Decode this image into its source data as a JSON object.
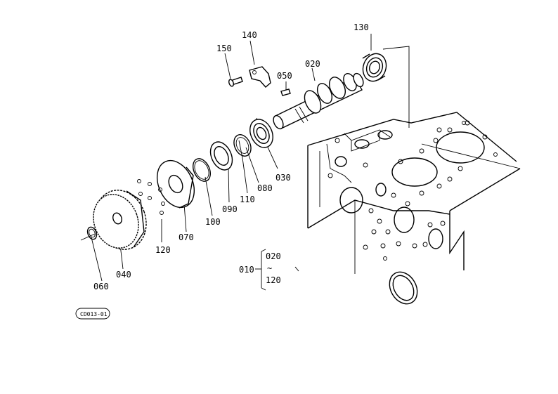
{
  "parts": {
    "p010": "010",
    "p020a": "020",
    "p020b": "020",
    "p030": "030",
    "p040": "040",
    "p050": "050",
    "p060": "060",
    "p070": "070",
    "p080": "080",
    "p090": "090",
    "p100": "100",
    "p110": "110",
    "p120a": "120",
    "p120b": "120",
    "p130": "130",
    "p140": "140",
    "p150": "150"
  },
  "assembly_range_mark": "~",
  "diagram_code": "CD013-01"
}
